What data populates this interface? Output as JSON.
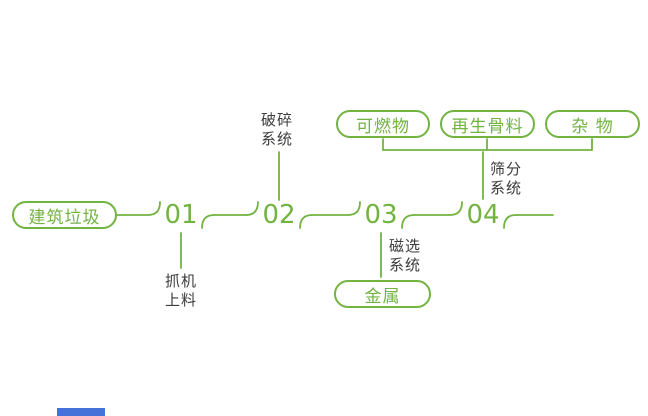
{
  "colors": {
    "accent": "#72b342",
    "label_text": "#3b3b3b",
    "partial_blue": "#4472d9",
    "background": "#ffffff"
  },
  "diagram": {
    "source": "建筑垃圾",
    "steps": [
      {
        "number": "01",
        "label": "抓机\n上料"
      },
      {
        "number": "02",
        "label": "破碎\n系统"
      },
      {
        "number": "03",
        "label": "磁选\n系统"
      },
      {
        "number": "04",
        "label": "筛分\n系统"
      }
    ],
    "metal_output": "金属",
    "top_outputs": [
      "可燃物",
      "再生骨料",
      "杂 物"
    ]
  }
}
